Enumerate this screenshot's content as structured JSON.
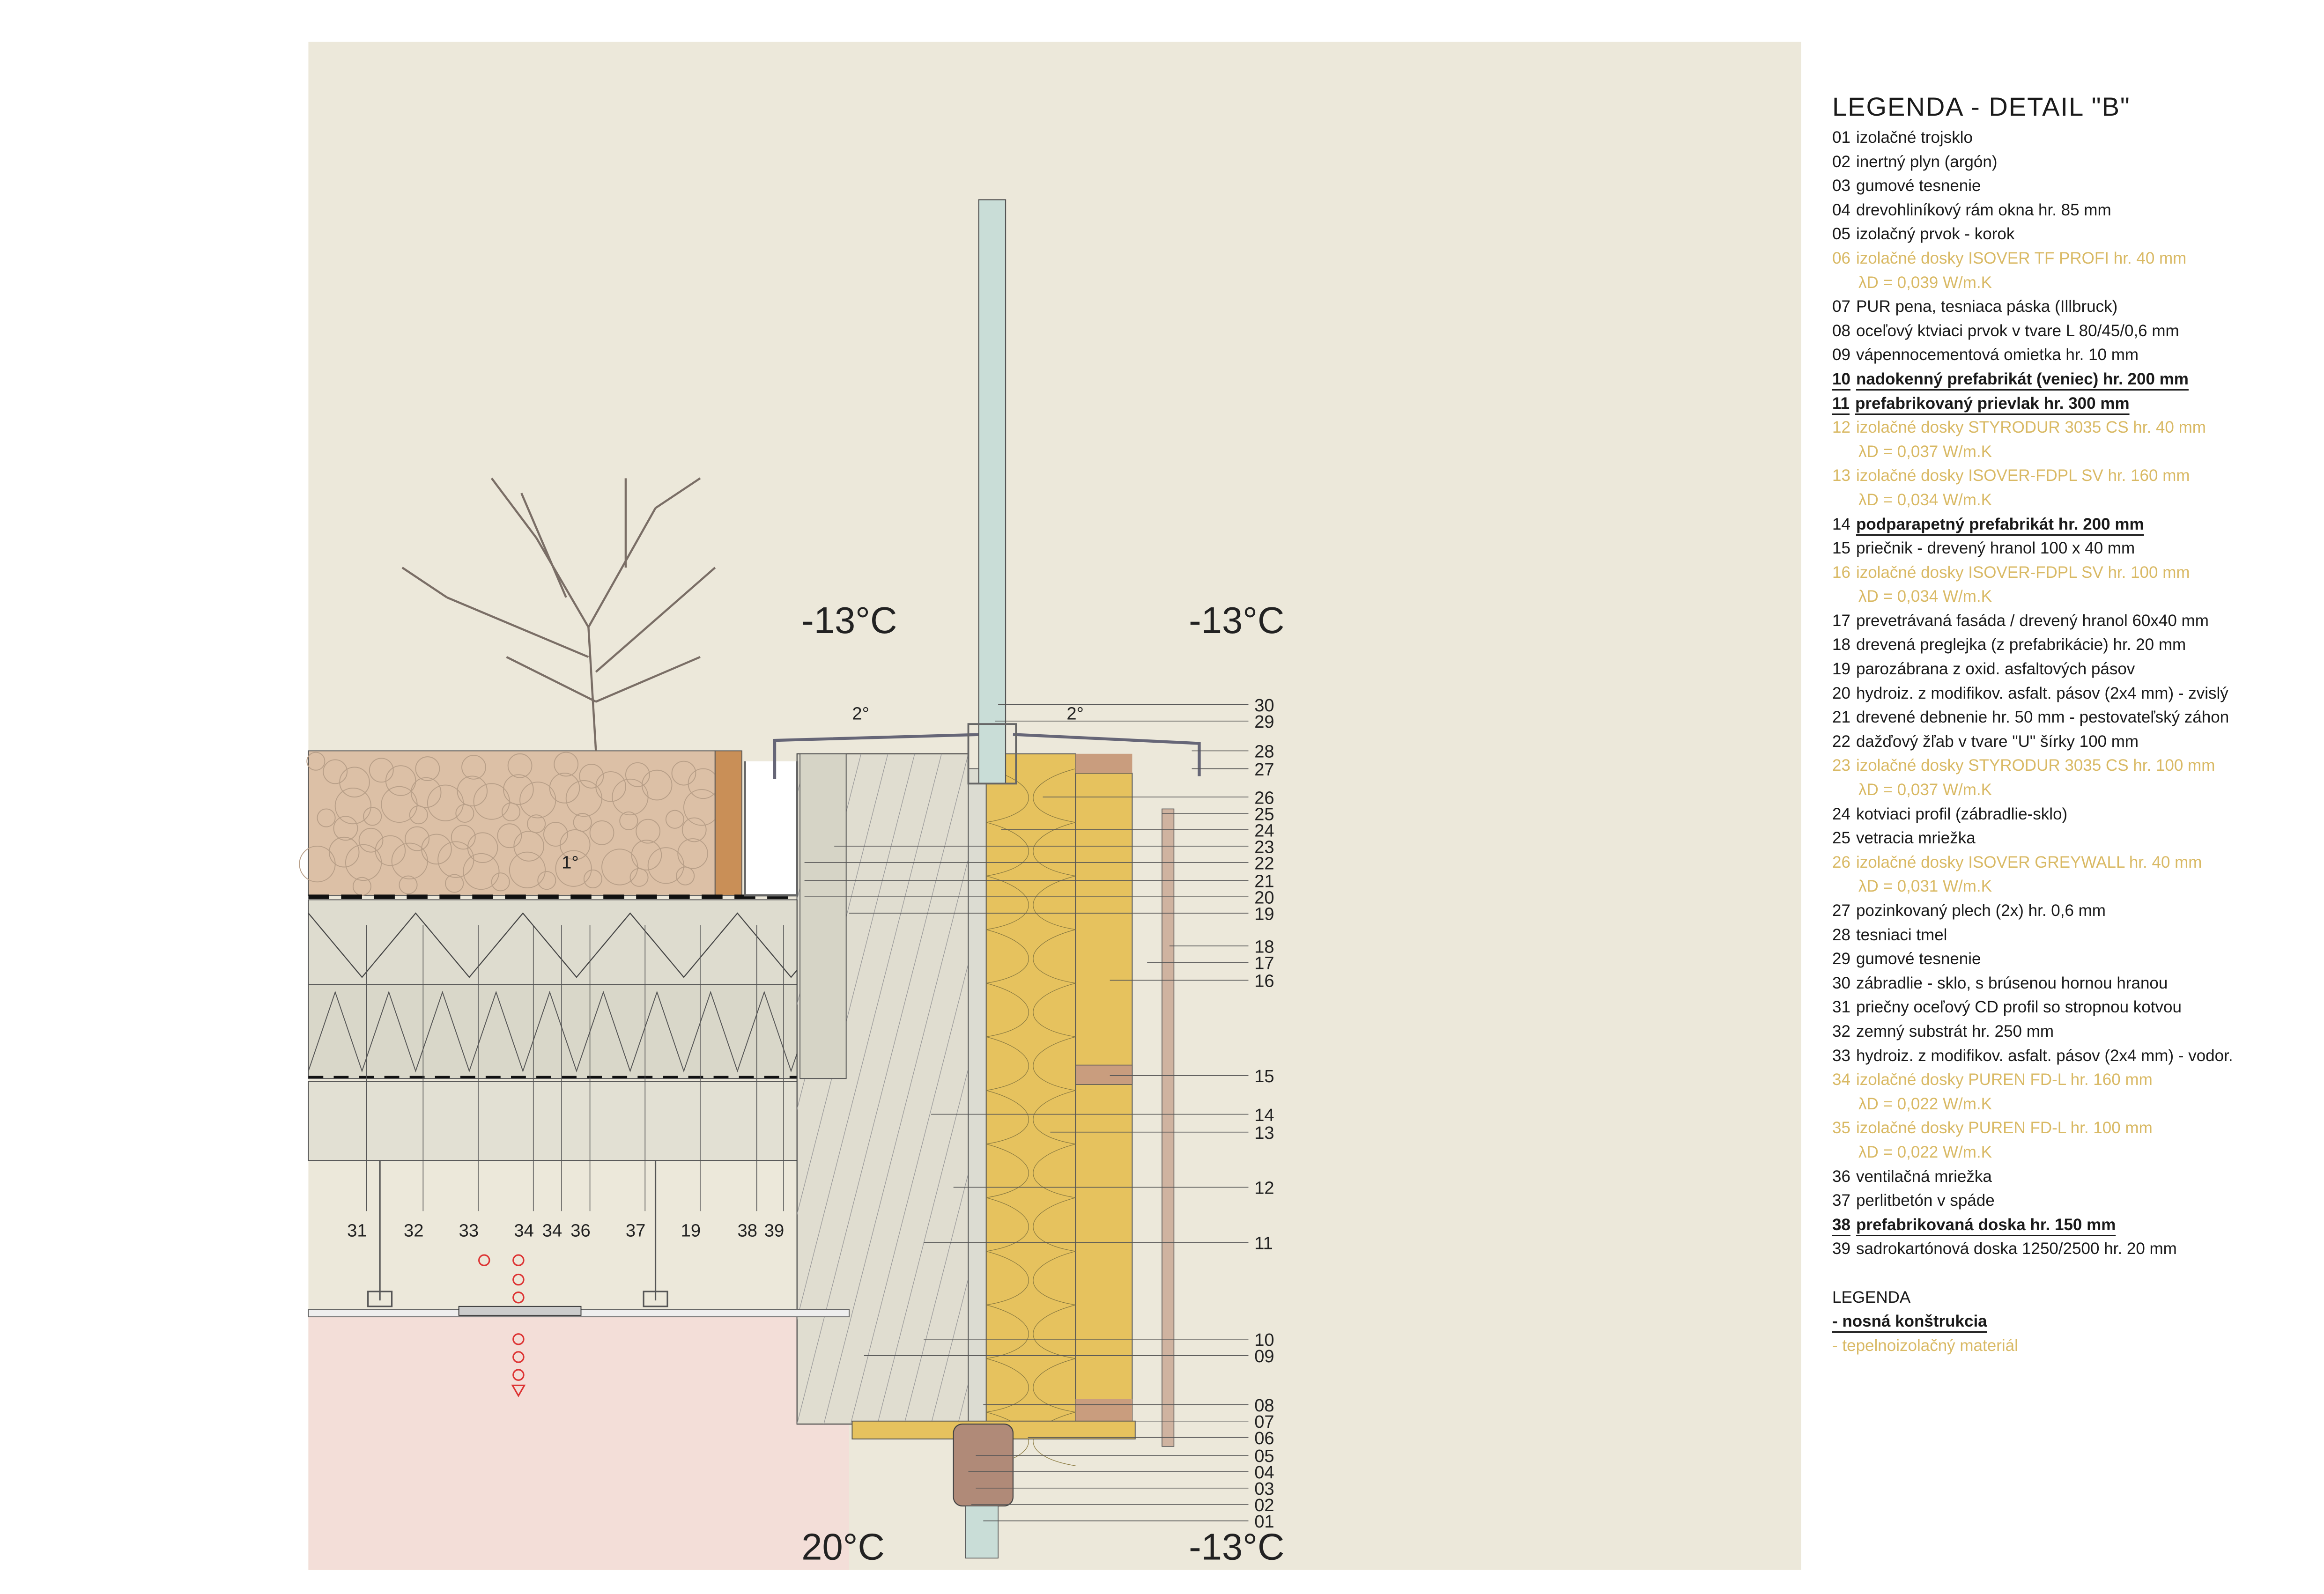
{
  "legend": {
    "title": "LEGENDA - DETAIL \"B\"",
    "items": [
      {
        "num": "01",
        "text": "izolačné trojsklo",
        "kind": "normal"
      },
      {
        "num": "02",
        "text": "inertný plyn (argón)",
        "kind": "normal"
      },
      {
        "num": "03",
        "text": "gumové tesnenie",
        "kind": "normal"
      },
      {
        "num": "04",
        "text": "drevohliníkový rám okna hr. 85 mm",
        "kind": "normal"
      },
      {
        "num": "05",
        "text": "izolačný prvok - korok",
        "kind": "normal"
      },
      {
        "num": "06",
        "text": "izolačné dosky ISOVER TF PROFI hr. 40 mm",
        "kind": "insul",
        "lambda": "λD = 0,039 W/m.K"
      },
      {
        "num": "07",
        "text": "PUR pena, tesniaca páska (Illbruck)",
        "kind": "normal"
      },
      {
        "num": "08",
        "text": "oceľový ktviaci prvok v tvare L 80/45/0,6 mm",
        "kind": "normal"
      },
      {
        "num": "09",
        "text": "vápennocementová omietka hr. 10 mm",
        "kind": "normal"
      },
      {
        "num": "10",
        "text": "nadokenný prefabrikát (veniec) hr. 200 mm",
        "kind": "bearing"
      },
      {
        "num": "11",
        "text": "prefabrikovaný prievlak hr. 300 mm",
        "kind": "bearing"
      },
      {
        "num": "12",
        "text": "izolačné dosky STYRODUR 3035 CS hr. 40 mm",
        "kind": "insul",
        "lambda": "λD = 0,037 W/m.K"
      },
      {
        "num": "13",
        "text": "izolačné dosky ISOVER-FDPL SV hr. 160 mm",
        "kind": "insul",
        "lambda": "λD = 0,034 W/m.K"
      },
      {
        "num": "14",
        "text": "podparapetný prefabrikát hr. 200 mm",
        "kind": "bearing-text"
      },
      {
        "num": "15",
        "text": "priečnik - drevený hranol 100 x 40 mm",
        "kind": "normal"
      },
      {
        "num": "16",
        "text": "izolačné dosky ISOVER-FDPL SV hr. 100 mm",
        "kind": "insul",
        "lambda": "λD = 0,034 W/m.K"
      },
      {
        "num": "17",
        "text": "prevetrávaná fasáda / drevený hranol 60x40 mm",
        "kind": "normal"
      },
      {
        "num": "18",
        "text": "drevená preglejka (z prefabrikácie) hr. 20 mm",
        "kind": "normal"
      },
      {
        "num": "19",
        "text": "parozábrana z oxid. asfaltových pásov",
        "kind": "normal"
      },
      {
        "num": "20",
        "text": "hydroiz. z modifikov. asfalt. pásov (2x4 mm) - zvislý",
        "kind": "normal"
      },
      {
        "num": "21",
        "text": "drevené debnenie hr. 50 mm - pestovateľský záhon",
        "kind": "normal"
      },
      {
        "num": "22",
        "text": "dažďový žľab v tvare \"U\" šírky 100 mm",
        "kind": "normal"
      },
      {
        "num": "23",
        "text": "izolačné dosky STYRODUR 3035 CS hr. 100 mm",
        "kind": "insul",
        "lambda": "λD = 0,037 W/m.K"
      },
      {
        "num": "24",
        "text": "kotviaci profil (zábradlie-sklo)",
        "kind": "normal"
      },
      {
        "num": "25",
        "text": "vetracia mriežka",
        "kind": "normal"
      },
      {
        "num": "26",
        "text": "izolačné dosky ISOVER GREYWALL hr. 40 mm",
        "kind": "insul",
        "lambda": "λD = 0,031 W/m.K"
      },
      {
        "num": "27",
        "text": "pozinkovaný plech (2x) hr. 0,6 mm",
        "kind": "normal"
      },
      {
        "num": "28",
        "text": "tesniaci tmel",
        "kind": "normal"
      },
      {
        "num": "29",
        "text": "gumové tesnenie",
        "kind": "normal"
      },
      {
        "num": "30",
        "text": "zábradlie - sklo, s brúsenou hornou hranou",
        "kind": "normal"
      },
      {
        "num": "31",
        "text": "priečny oceľový CD profil so stropnou kotvou",
        "kind": "normal"
      },
      {
        "num": "32",
        "text": "zemný substrát hr. 250 mm",
        "kind": "normal"
      },
      {
        "num": "33",
        "text": "hydroiz. z modifikov. asfalt. pásov (2x4 mm) - vodor.",
        "kind": "normal"
      },
      {
        "num": "34",
        "text": "izolačné dosky PUREN FD-L hr. 160 mm",
        "kind": "insul",
        "lambda": "λD = 0,022 W/m.K"
      },
      {
        "num": "35",
        "text": "izolačné dosky PUREN FD-L hr. 100 mm",
        "kind": "insul",
        "lambda": "λD = 0,022 W/m.K"
      },
      {
        "num": "36",
        "text": "ventilačná mriežka",
        "kind": "normal"
      },
      {
        "num": "37",
        "text": "perlitbetón v spáde",
        "kind": "normal"
      },
      {
        "num": "38",
        "text": "prefabrikovaná doska hr. 150 mm",
        "kind": "bearing"
      },
      {
        "num": "39",
        "text": "sadrokartónová doska 1250/2500 hr. 20 mm",
        "kind": "normal"
      }
    ],
    "key_title": "LEGENDA",
    "key_bearing": "- nosná konštrukcia",
    "key_insulation": "- tepelnoizolačný materiál"
  },
  "drawing": {
    "temperatures": {
      "exterior_top_left": "-13°C",
      "exterior_top_right": "-13°C",
      "interior": "20°C",
      "exterior_bottom": "-13°C"
    },
    "slopes": {
      "left": "2°",
      "right": "2°",
      "roof": "1°"
    },
    "right_labels": [
      "30",
      "29",
      "28",
      "27",
      "26",
      "25",
      "24",
      "23",
      "22",
      "21",
      "20",
      "19",
      "18",
      "17",
      "16",
      "15",
      "14",
      "13",
      "12",
      "11",
      "10",
      "09",
      "08",
      "07",
      "06",
      "05",
      "04",
      "03",
      "02",
      "01"
    ],
    "bottom_labels": [
      "31",
      "32",
      "33",
      "34",
      "34",
      "36",
      "37",
      "19",
      "38",
      "39"
    ]
  },
  "colors": {
    "background": "#ece8da",
    "insulation_text": "#d9b964",
    "wall_insulation": "#e6c25e",
    "soil": "#dcc0a6",
    "wood": "#c98f57",
    "interior": "#f3ded8",
    "concrete": "#dedccf",
    "glass": "#c9ddd7",
    "plank": "#cfb3a0",
    "airflow": "#d33"
  }
}
